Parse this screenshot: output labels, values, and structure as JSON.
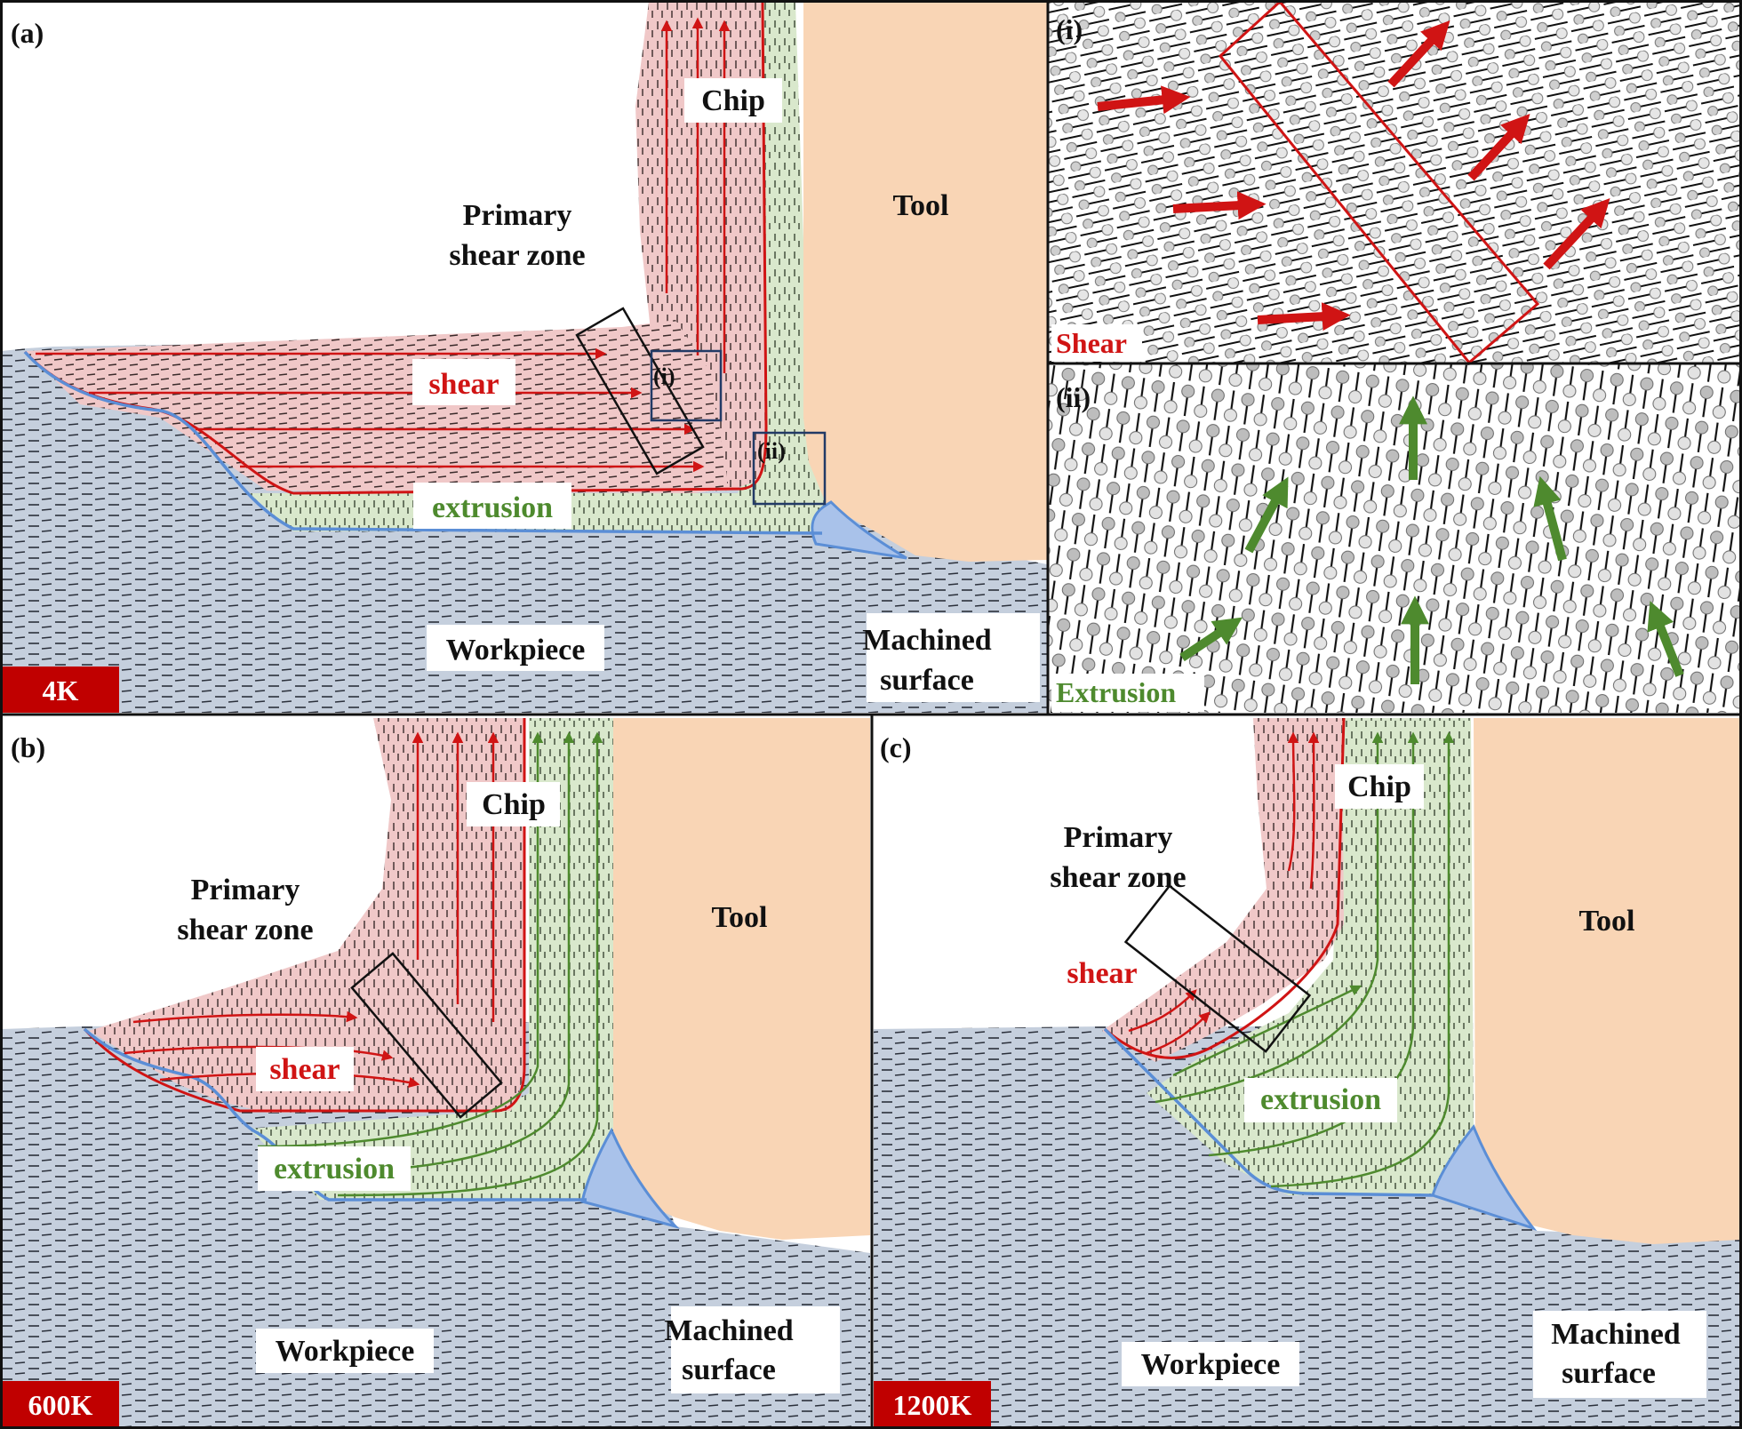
{
  "panels": {
    "a": {
      "letter": "(a)",
      "temp": "4K",
      "primary1": "Primary",
      "primary2": "shear zone",
      "chip": "Chip",
      "tool": "Tool",
      "shear": "shear",
      "extrusion": "extrusion",
      "workpiece": "Workpiece",
      "machined1": "Machined",
      "machined2": "surface",
      "box_i": "(i)",
      "box_ii": "(ii)"
    },
    "i": {
      "letter": "(i)",
      "label": "Shear"
    },
    "ii": {
      "letter": "(ii)",
      "label": "Extrusion"
    },
    "b": {
      "letter": "(b)",
      "temp": "600K",
      "primary1": "Primary",
      "primary2": "shear zone",
      "chip": "Chip",
      "tool": "Tool",
      "shear": "shear",
      "extrusion": "extrusion",
      "workpiece": "Workpiece",
      "machined1": "Machined",
      "machined2": "surface"
    },
    "c": {
      "letter": "(c)",
      "temp": "1200K",
      "primary1": "Primary",
      "primary2": "shear zone",
      "chip": "Chip",
      "tool": "Tool",
      "shear": "shear",
      "extrusion": "extrusion",
      "workpiece": "Workpiece",
      "machined1": "Machined",
      "machined2": "surface"
    }
  },
  "colors": {
    "shear": "#d01414",
    "extrusion": "#4e8a2e",
    "tool": "#f9d5b5",
    "boundary": "#5b8ed6",
    "workpiece": "#b8c4d6",
    "shear_zone": "#efc5c5",
    "extrusion_zone": "#d6e6c8",
    "temp_badge": "#c00000"
  }
}
